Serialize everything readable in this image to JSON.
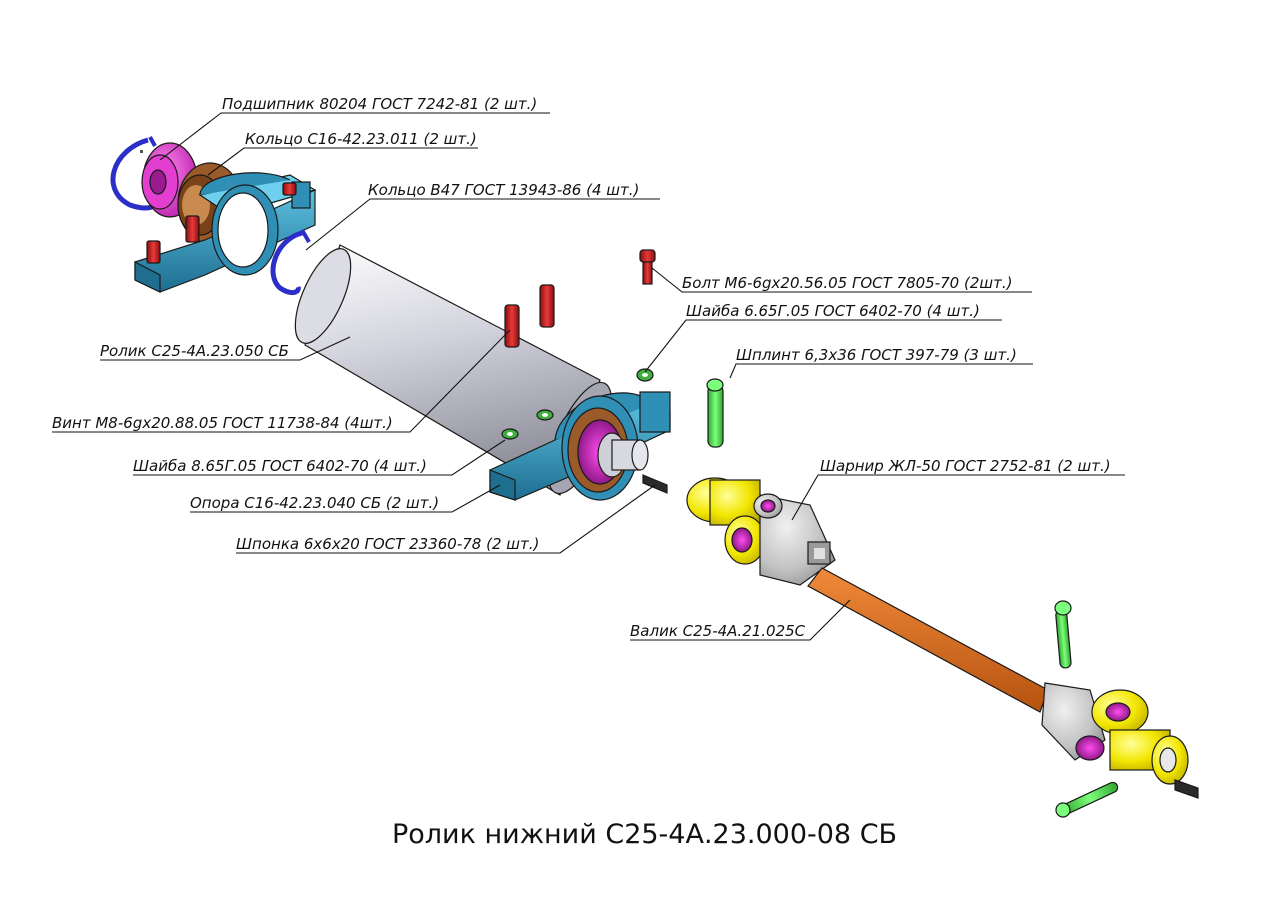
{
  "title": "Ролик нижний С25-4А.23.000-08 СБ",
  "callouts": {
    "bearing": "Подшипник 80204 ГОСТ 7242-81 (2 шт.)",
    "ring_c16": "Кольцо С16-42.23.011 (2 шт.)",
    "ring_b47": "Кольцо В47 ГОСТ 13943-86 (4 шт.)",
    "bolt_m6": "Болт М6-6gх20.56.05 ГОСТ 7805-70 (2шт.)",
    "washer_6": "Шайба 6.65Г.05 ГОСТ 6402-70 (4 шт.)",
    "roller": "Ролик С25-4А.23.050 СБ",
    "cotter_pin": "Шплинт 6,3х36 ГОСТ 397-79 (3 шт.)",
    "screw_m8": "Винт М8-6gх20.88.05 ГОСТ 11738-84 (4шт.)",
    "washer_8": "Шайба 8.65Г.05 ГОСТ 6402-70 (4 шт.)",
    "hinge": "Шарнир ЖЛ-50 ГОСТ 2752-81 (2 шт.)",
    "support": "Опора С16-42.23.040 СБ (2 шт.)",
    "key": "Шпонка 6х6х20 ГОСТ 23360-78 (2 шт.)",
    "shaft": "Валик С25-4А.21.025С"
  },
  "colors": {
    "support": "#2f8fb5",
    "roller": "#c9c9d4",
    "bearing": "#e23fd0",
    "ring": "#9a5a2a",
    "circlip": "#2b2fc8",
    "screw": "#c81c1c",
    "washer": "#3fae3f",
    "cotter_pin": "#3fdc3f",
    "hinge_yellow": "#f2e600",
    "hinge_gray": "#c2c2c2",
    "shaft": "#d2661a",
    "key": "#2a2a2a"
  }
}
